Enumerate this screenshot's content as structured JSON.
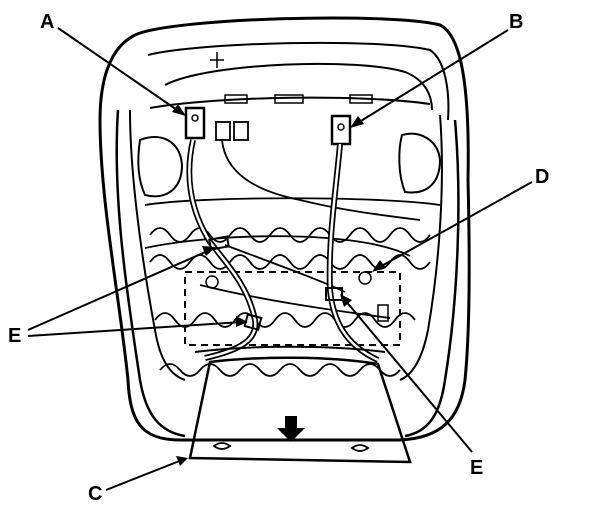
{
  "labels": {
    "a": "A",
    "b": "B",
    "c": "C",
    "d": "D",
    "e_left": "E",
    "e_right": "E"
  },
  "colors": {
    "ink": "#000000",
    "paper": "#ffffff"
  },
  "icons": {
    "direction": "arrow-down-icon"
  }
}
